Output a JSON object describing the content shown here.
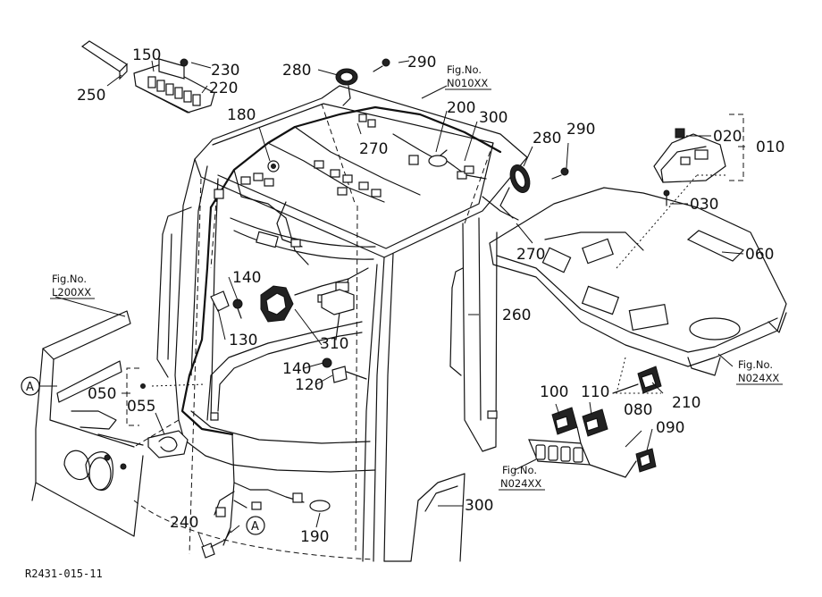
{
  "diagram_code": "R2431-015-11",
  "parts": {
    "p250": "250",
    "p150": "150",
    "p230": "230",
    "p220": "220",
    "p280a": "280",
    "p290a": "290",
    "p180": "180",
    "p270a": "270",
    "p200": "200",
    "p300a": "300",
    "p280b": "280",
    "p290b": "290",
    "p020": "020",
    "p010": "010",
    "p030": "030",
    "p060": "060",
    "p270b": "270",
    "p260": "260",
    "p140a": "140",
    "p130": "130",
    "p310": "310",
    "p140b": "140",
    "p120": "120",
    "p050": "050",
    "p055": "055",
    "p100": "100",
    "p110": "110",
    "p210": "210",
    "p080": "080",
    "p090": "090",
    "p240": "240",
    "p190": "190",
    "p300b": "300"
  },
  "fig_refs": {
    "top_label": "Fig.No.",
    "top_code": "N010XX",
    "left_label": "Fig.No.",
    "left_code": "L200XX",
    "right_label": "Fig.No.",
    "right_code": "N024XX",
    "bottom_label": "Fig.No.",
    "bottom_code": "N024XX"
  },
  "callouts": {
    "a1": "A",
    "a2": "A"
  }
}
